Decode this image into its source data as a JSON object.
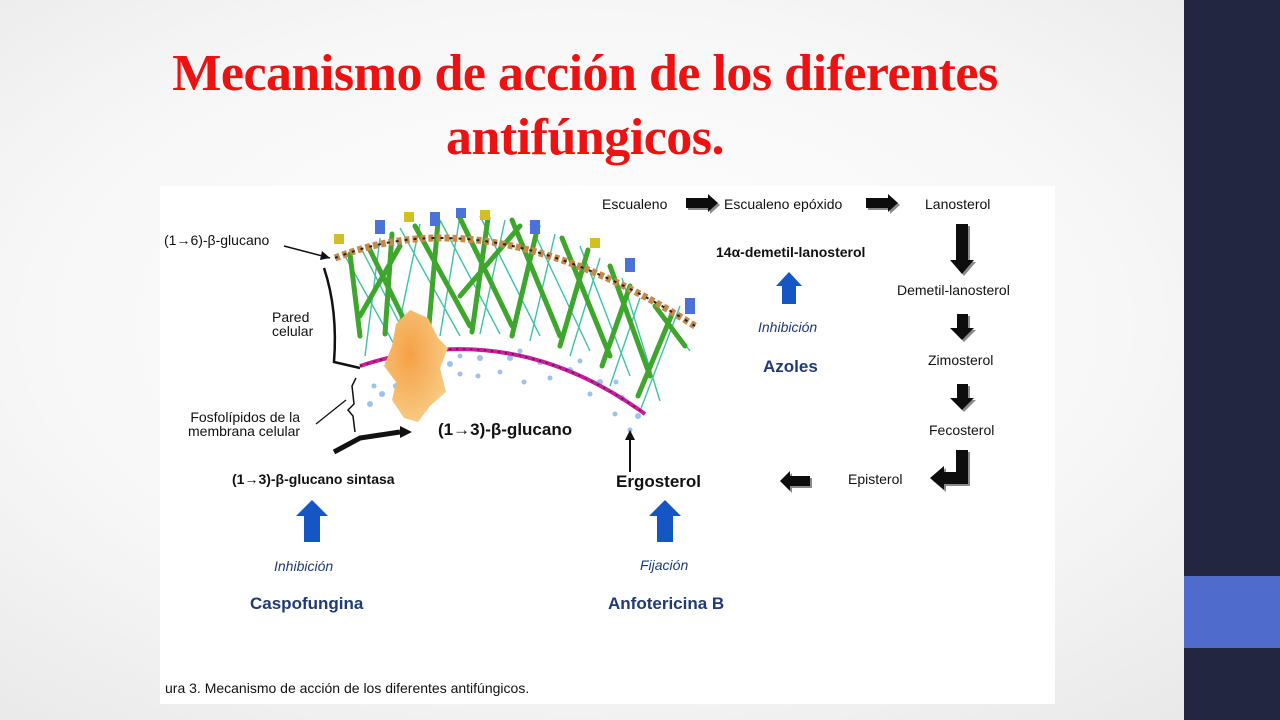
{
  "slide": {
    "title_line1": "Mecanismo de acción de los diferentes",
    "title_line2": "antifúngicos.",
    "accent_color": "#ee1111",
    "sidebar_color": "#222640",
    "sidebar_accent_color": "#4f6bcc"
  },
  "figure": {
    "labels": {
      "beta16": "(1→6)-β-glucano",
      "pared_line1": "Pared",
      "pared_line2": "celular",
      "fosfo_line1": "Fosfolípidos de la",
      "fosfo_line2": "membrana celular",
      "beta13": "(1→3)-β-glucano",
      "sintasa": "(1→3)-β-glucano sintasa",
      "ergosterol": "Ergosterol"
    },
    "pathway": {
      "escualeno": "Escualeno",
      "epoxido": "Escualeno epóxido",
      "lanosterol": "Lanosterol",
      "demetil14": "14α-demetil-lanosterol",
      "demetil": "Demetil-lanosterol",
      "zimosterol": "Zimosterol",
      "fecosterol": "Fecosterol",
      "episterol": "Episterol"
    },
    "drugs": {
      "azoles_action": "Inhibición",
      "azoles": "Azoles",
      "caspo_action": "Inhibición",
      "caspo": "Caspofungina",
      "anfo_action": "Fijación",
      "anfo": "Anfotericina B"
    },
    "caption": "ura 3. Mecanismo de acción de los diferentes antifúngicos."
  }
}
